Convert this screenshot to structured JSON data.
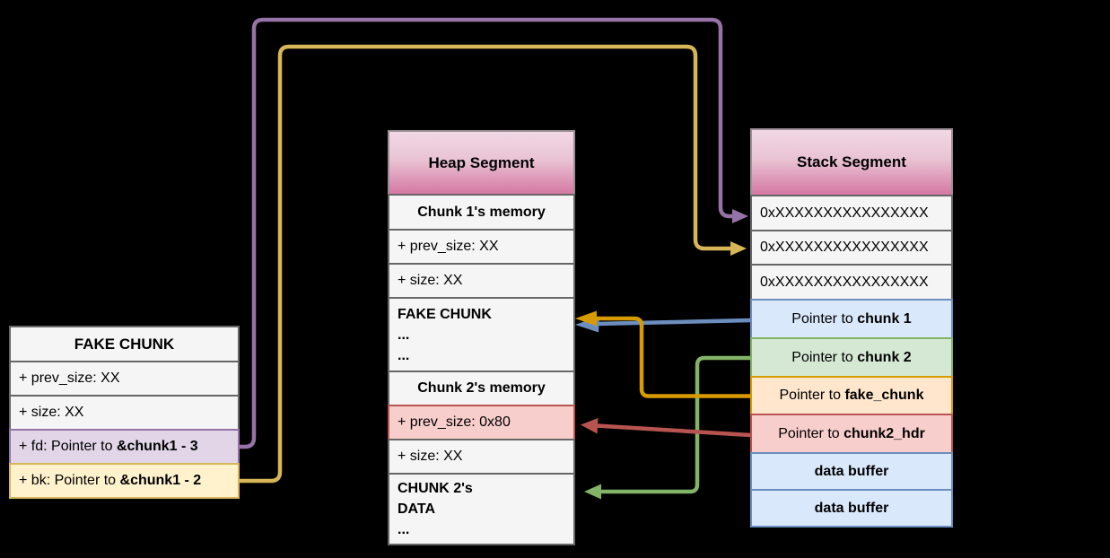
{
  "fake_chunk_table": {
    "title": "FAKE CHUNK",
    "rows": [
      {
        "text": "+ prev_size: XX",
        "style": "default"
      },
      {
        "text": "+ size: XX",
        "style": "default"
      },
      {
        "prefix": "+ fd: Pointer to ",
        "bold": "&chunk1 - 3",
        "style": "purple"
      },
      {
        "prefix": "+ bk: Pointer to ",
        "bold": "&chunk1 - 2",
        "style": "yellow"
      }
    ]
  },
  "heap_segment": {
    "title": "Heap Segment",
    "rows": [
      {
        "text": "Chunk 1's memory",
        "style": "default"
      },
      {
        "text": "+ prev_size: XX",
        "style": "default"
      },
      {
        "text": "+ size: XX",
        "style": "default"
      },
      {
        "lines": [
          "FAKE CHUNK",
          "...",
          "..."
        ],
        "style": "default"
      },
      {
        "text": "Chunk 2's memory",
        "style": "default"
      },
      {
        "text": "+ prev_size: 0x80",
        "style": "red"
      },
      {
        "text": "+ size: XX",
        "style": "default"
      },
      {
        "lines": [
          "CHUNK 2's",
          "DATA",
          "..."
        ],
        "style": "default"
      }
    ]
  },
  "stack_segment": {
    "title": "Stack Segment",
    "rows": [
      {
        "text": "0xXXXXXXXXXXXXXXXX",
        "style": "default"
      },
      {
        "text": "0xXXXXXXXXXXXXXXXX",
        "style": "default"
      },
      {
        "text": "0xXXXXXXXXXXXXXXXX",
        "style": "default"
      },
      {
        "prefix": "Pointer to ",
        "bold": "chunk 1",
        "style": "blue"
      },
      {
        "prefix": "Pointer to ",
        "bold": "chunk 2",
        "style": "green"
      },
      {
        "prefix": "Pointer to ",
        "bold": "fake_chunk",
        "style": "orange"
      },
      {
        "prefix": "Pointer to ",
        "bold": "chunk2_hdr",
        "style": "red"
      },
      {
        "text": "data buffer",
        "style": "blue"
      },
      {
        "text": "data buffer",
        "style": "blue"
      }
    ]
  },
  "arrows": [
    {
      "name": "fd-arrow",
      "color": "#9673a6",
      "from": "+ fd: Pointer to &chunk1 - 3",
      "to": "stack 0xXXXXXXXXXXXXXXXX row 1"
    },
    {
      "name": "bk-arrow",
      "color": "#d6b656",
      "from": "+ bk: Pointer to &chunk1 - 2",
      "to": "stack 0xXXXXXXXXXXXXXXXX row 2"
    },
    {
      "name": "chunk1-pointer-arrow",
      "color": "#6c8ebf",
      "from": "Pointer to chunk 1",
      "to": "heap FAKE CHUNK"
    },
    {
      "name": "chunk2-pointer-arrow",
      "color": "#82b366",
      "from": "Pointer to chunk 2",
      "to": "heap CHUNK 2's DATA"
    },
    {
      "name": "fake-chunk-pointer-arrow",
      "color": "#d79b00",
      "from": "Pointer to fake_chunk",
      "to": "heap FAKE CHUNK"
    },
    {
      "name": "chunk2-hdr-pointer-arrow",
      "color": "#b85450",
      "from": "Pointer to chunk2_hdr",
      "to": "heap + prev_size: 0x80"
    }
  ],
  "palette": {
    "default": {
      "fill": "#f5f5f5",
      "stroke": "#666666"
    },
    "purple": {
      "fill": "#e1d5e7",
      "stroke": "#9673a6"
    },
    "yellow": {
      "fill": "#fff2cc",
      "stroke": "#d6b656"
    },
    "blue": {
      "fill": "#dae8fc",
      "stroke": "#6c8ebf"
    },
    "green": {
      "fill": "#d5e8d4",
      "stroke": "#82b366"
    },
    "orange": {
      "fill": "#ffe6cc",
      "stroke": "#d79b00"
    },
    "red": {
      "fill": "#f8cecc",
      "stroke": "#b85450"
    },
    "header_gradient_top": "#f2d8e4",
    "header_gradient_bottom": "#d578a2",
    "background": "#000000"
  }
}
